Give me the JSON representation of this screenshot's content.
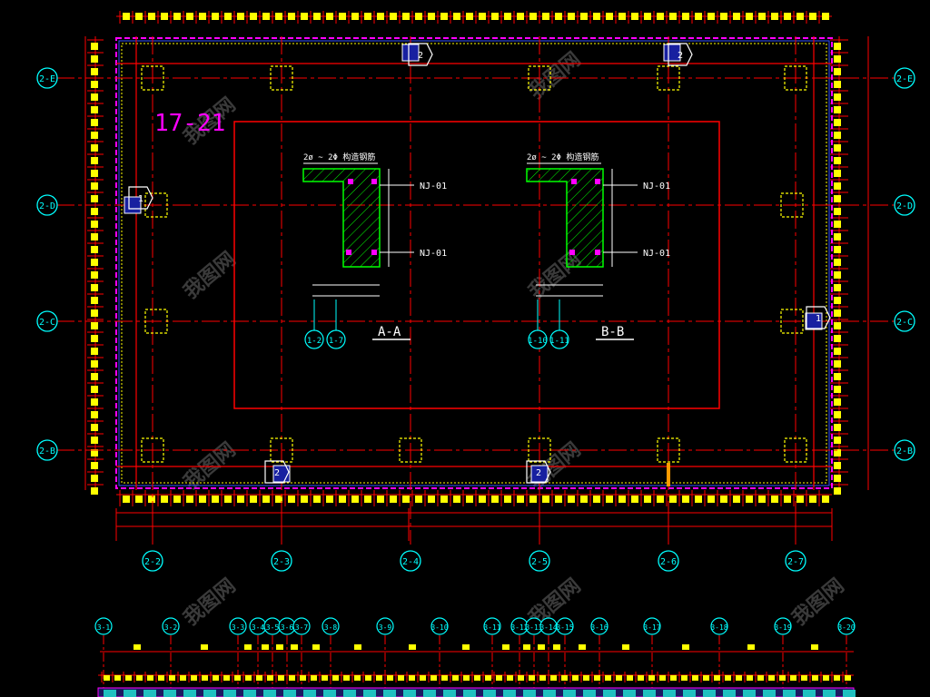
{
  "drawing": {
    "sheet_label": "17-21",
    "colors": {
      "background": "#000000",
      "grid": "#ff0000",
      "dimension": "#ffff00",
      "axis_bubble": "#00ffff",
      "wall": "#ff00ff",
      "section_hatch": "#00ff00",
      "column": "#ffff00",
      "watermark": "#3a3a3a"
    },
    "left_axes": [
      {
        "id": "2-E",
        "label": "2-E"
      },
      {
        "id": "2-D",
        "label": "2-D"
      },
      {
        "id": "2-C",
        "label": "2-C"
      },
      {
        "id": "2-B",
        "label": "2-B"
      }
    ],
    "right_axes": [
      {
        "id": "2-E",
        "label": "2-E"
      },
      {
        "id": "2-D",
        "label": "2-D"
      },
      {
        "id": "2-C",
        "label": "2-C"
      },
      {
        "id": "2-B",
        "label": "2-B"
      }
    ],
    "bottom_axes": [
      {
        "id": "2-2",
        "label": "2-2"
      },
      {
        "id": "2-3",
        "label": "2-3"
      },
      {
        "id": "2-4",
        "label": "2-4"
      },
      {
        "id": "2-5",
        "label": "2-5"
      },
      {
        "id": "2-6",
        "label": "2-6"
      },
      {
        "id": "2-7",
        "label": "2-7"
      }
    ],
    "lower_axes": [
      {
        "label": "3-1"
      },
      {
        "label": "3-2"
      },
      {
        "label": "3-3"
      },
      {
        "label": "3-4"
      },
      {
        "label": "3-5"
      },
      {
        "label": "3-6"
      },
      {
        "label": "3-7"
      },
      {
        "label": "3-8"
      },
      {
        "label": "3-9"
      },
      {
        "label": "3-10"
      },
      {
        "label": "3-11"
      },
      {
        "label": "3-12"
      },
      {
        "label": "3-13"
      },
      {
        "label": "3-14"
      },
      {
        "label": "3-15"
      },
      {
        "label": "3-16"
      },
      {
        "label": "3-17"
      },
      {
        "label": "3-18"
      },
      {
        "label": "3-19"
      },
      {
        "label": "3-20"
      }
    ],
    "sections": [
      {
        "id": "A-A",
        "title": "A-A",
        "note": "2ø ~ 2Φ 构造钢筋",
        "callouts": [
          "NJ-01",
          "NJ-01"
        ],
        "axis_refs": [
          "1-2",
          "1-7"
        ]
      },
      {
        "id": "B-B",
        "title": "B-B",
        "note": "2ø ~ 2Φ 构造钢筋",
        "callouts": [
          "NJ-01",
          "NJ-01"
        ],
        "axis_refs": [
          "1-10",
          "1-11"
        ]
      }
    ],
    "section_markers": [
      {
        "label": "2"
      },
      {
        "label": "2"
      },
      {
        "label": "1"
      },
      {
        "label": "1"
      },
      {
        "label": "2"
      },
      {
        "label": "2"
      }
    ],
    "watermark_text": "我图网"
  }
}
